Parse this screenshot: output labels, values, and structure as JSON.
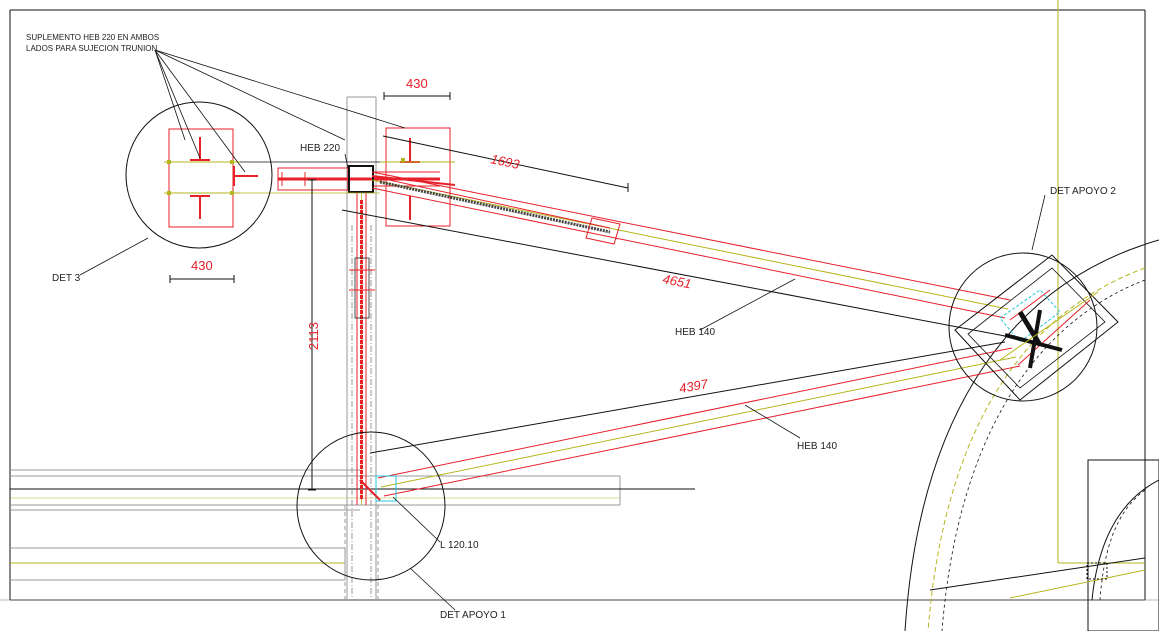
{
  "annotations": {
    "note_line1": "SUPLEMENTO HEB 220 EN AMBOS",
    "note_line2": "LADOS PARA SUJECION TRUNION",
    "heb220": "HEB 220",
    "heb140_upper": "HEB 140",
    "heb140_lower": "HEB 140",
    "l120": "L 120.10",
    "det3": "DET 3",
    "det_apoyo1": "DET APOYO 1",
    "det_apoyo2": "DET APOYO 2"
  },
  "dimensions": {
    "dim_430_top": "430",
    "dim_430_left": "430",
    "dim_1693": "1693",
    "dim_4651": "4651",
    "dim_4397": "4397",
    "dim_2113": "2113"
  },
  "colors": {
    "member": "#e8202a",
    "centerline": "#b5b51e",
    "dimension_text": "#e8202a",
    "linework": "#111111",
    "grey_line": "#9a9a9a",
    "cyan_detail": "#22c7d6"
  }
}
